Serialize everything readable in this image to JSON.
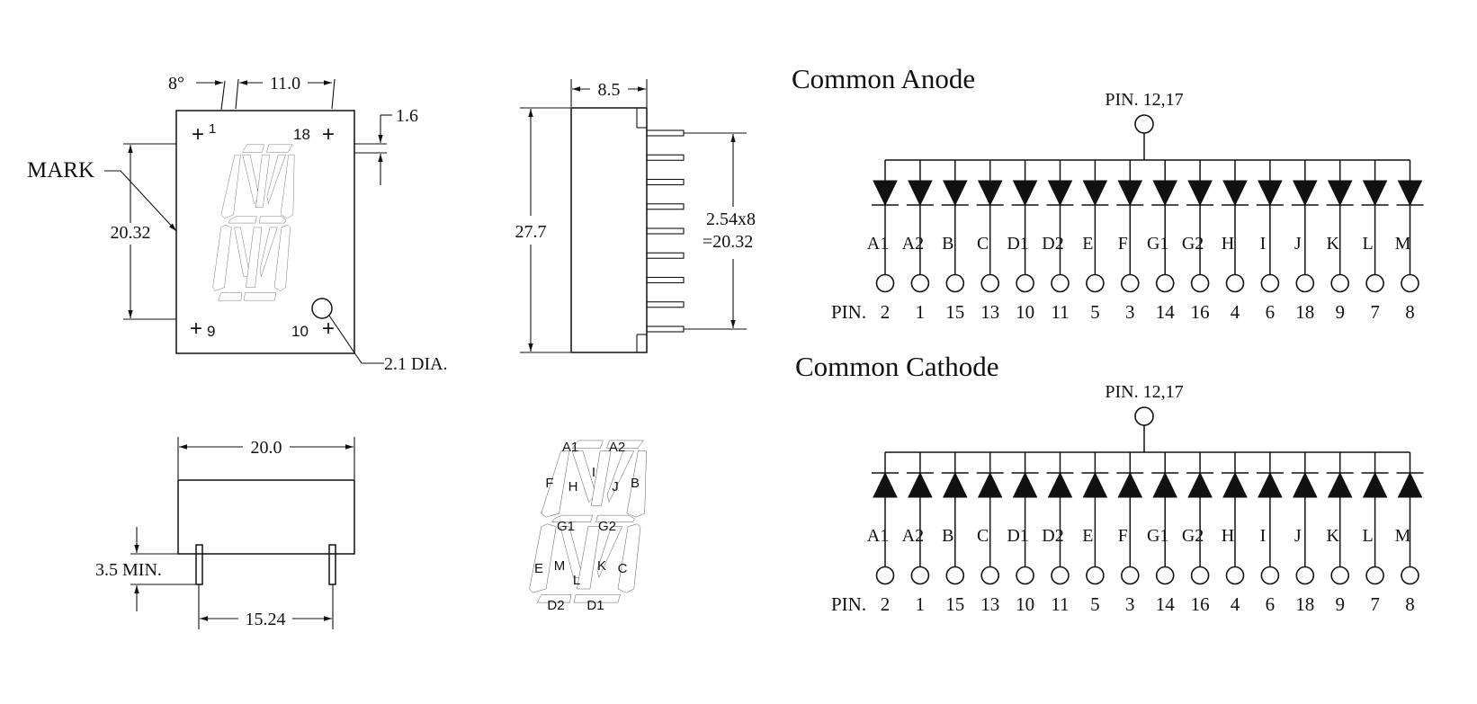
{
  "front_view": {
    "angle": "8°",
    "width_top": "11.0",
    "pin_offset": "1.6",
    "mark_label": "MARK",
    "height_label": "20.32",
    "corner_tl": "1",
    "corner_tr": "18",
    "corner_bl": "9",
    "corner_br": "10",
    "hole_label": "2.1 DIA."
  },
  "side_view": {
    "depth": "8.5",
    "height": "27.7",
    "pitch_line1": "2.54x8",
    "pitch_line2": "=20.32"
  },
  "bottom_view": {
    "width": "20.0",
    "pin_length": "3.5 MIN.",
    "pin_span": "15.24"
  },
  "segment_map": {
    "labels": [
      "A1",
      "A2",
      "F",
      "H",
      "I",
      "J",
      "B",
      "G1",
      "G2",
      "E",
      "M",
      "L",
      "K",
      "C",
      "D2",
      "D1"
    ]
  },
  "schematics": [
    {
      "title": "Common Anode",
      "common_pin": "PIN. 12,17",
      "pin_prefix": "PIN.",
      "segments": [
        "A1",
        "A2",
        "B",
        "C",
        "D1",
        "D2",
        "E",
        "F",
        "G1",
        "G2",
        "H",
        "I",
        "J",
        "K",
        "L",
        "M"
      ],
      "pins": [
        "2",
        "1",
        "15",
        "13",
        "10",
        "11",
        "5",
        "3",
        "14",
        "16",
        "4",
        "6",
        "18",
        "9",
        "7",
        "8"
      ]
    },
    {
      "title": "Common Cathode",
      "common_pin": "PIN. 12,17",
      "pin_prefix": "PIN.",
      "segments": [
        "A1",
        "A2",
        "B",
        "C",
        "D1",
        "D2",
        "E",
        "F",
        "G1",
        "G2",
        "H",
        "I",
        "J",
        "K",
        "L",
        "M"
      ],
      "pins": [
        "2",
        "1",
        "15",
        "13",
        "10",
        "11",
        "5",
        "3",
        "14",
        "16",
        "4",
        "6",
        "18",
        "9",
        "7",
        "8"
      ]
    }
  ]
}
